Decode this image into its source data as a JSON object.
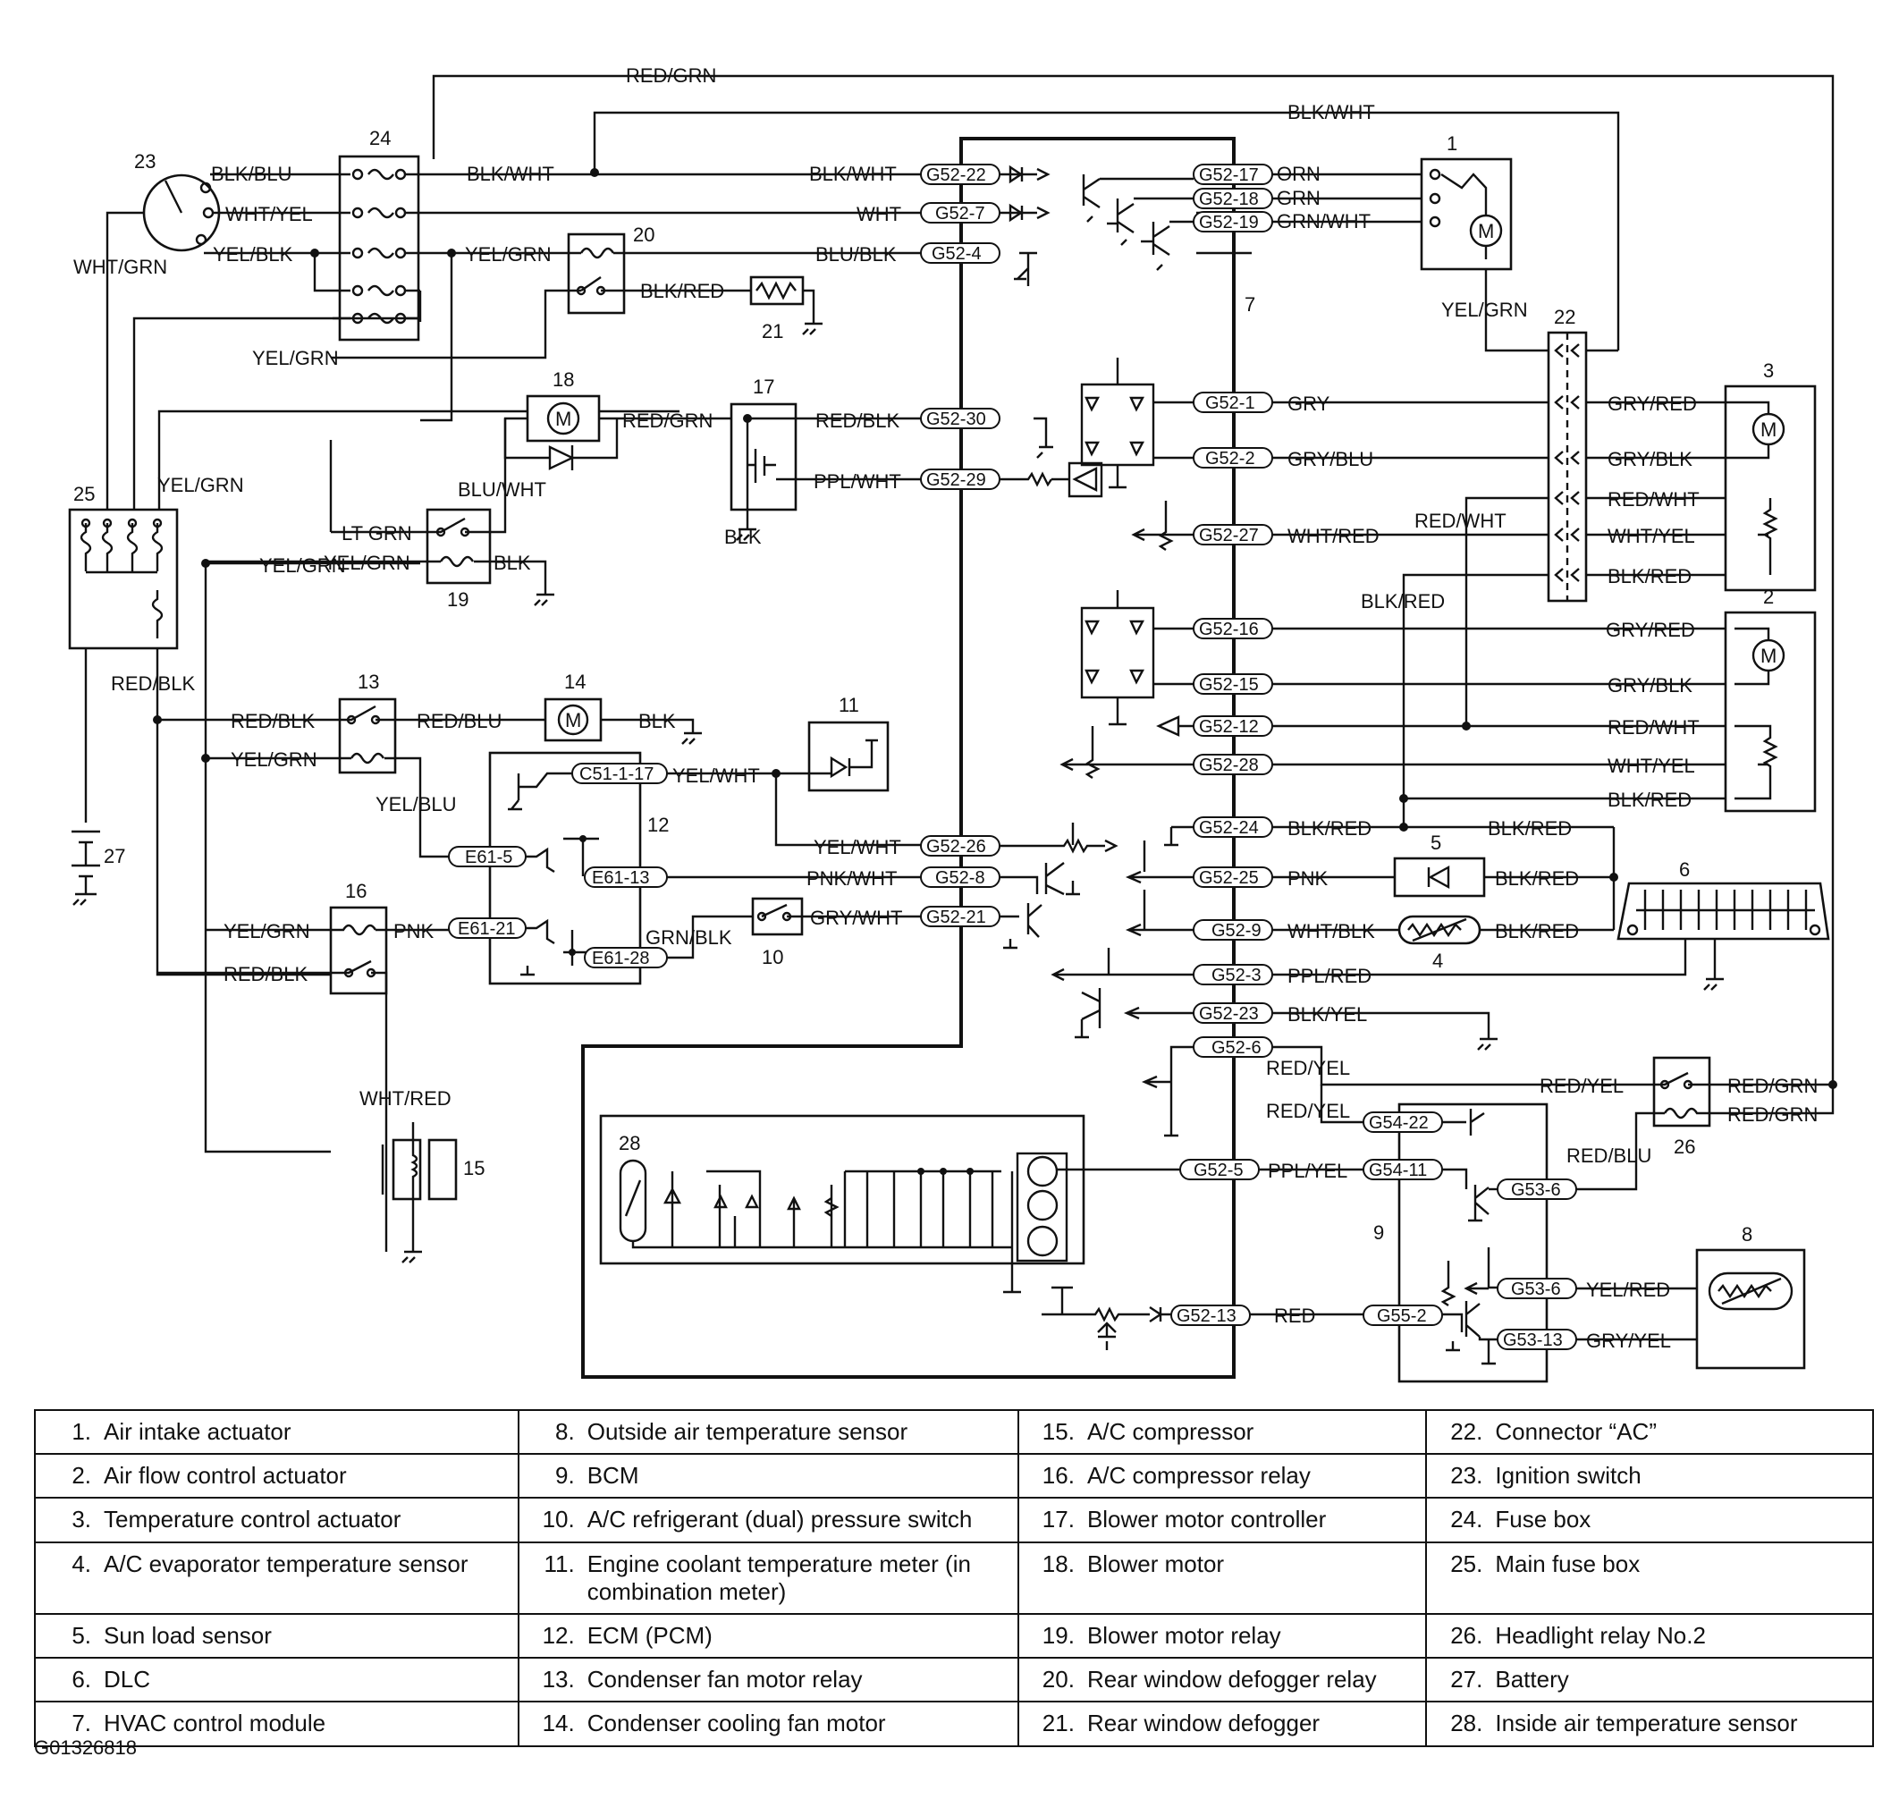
{
  "figure_code": "G01326818",
  "wire_labels": {
    "red_grn": "RED/GRN",
    "blk_wht": "BLK/WHT",
    "blk_blu": "BLK/BLU",
    "wht_yel": "WHT/YEL",
    "yel_blk": "YEL/BLK",
    "wht_grn": "WHT/GRN",
    "yel_grn": "YEL/GRN",
    "wht": "WHT",
    "blu_blk": "BLU/BLK",
    "blk_red": "BLK/RED",
    "orn": "ORN",
    "grn": "GRN",
    "grn_wht": "GRN/WHT",
    "gry": "GRY",
    "gry_blu": "GRY/BLU",
    "gry_red": "GRY/RED",
    "gry_blk": "GRY/BLK",
    "red_wht": "RED/WHT",
    "wht_red": "WHT/RED",
    "red_blk": "RED/BLK",
    "ppl_wht": "PPL/WHT",
    "blk": "BLK",
    "blu_wht": "BLU/WHT",
    "lt_grn": "LT GRN",
    "red_blu": "RED/BLU",
    "yel_blu": "YEL/BLU",
    "yel_wht": "YEL/WHT",
    "pnk_wht": "PNK/WHT",
    "gry_wht": "GRY/WHT",
    "grn_blk": "GRN/BLK",
    "pnk": "PNK",
    "wht_blk": "WHT/BLK",
    "ppl_red": "PPL/RED",
    "blk_yel": "BLK/YEL",
    "red_yel": "RED/YEL",
    "ppl_yel": "PPL/YEL",
    "red": "RED",
    "yel_red": "YEL/RED",
    "gry_yel": "GRY/YEL"
  },
  "connectors": {
    "g52_22": "G52-22",
    "g52_7": "G52-7",
    "g52_4": "G52-4",
    "g52_17": "G52-17",
    "g52_18": "G52-18",
    "g52_19": "G52-19",
    "g52_30": "G52-30",
    "g52_29": "G52-29",
    "g52_1": "G52-1",
    "g52_2": "G52-2",
    "g52_27": "G52-27",
    "g52_16": "G52-16",
    "g52_15": "G52-15",
    "g52_12": "G52-12",
    "g52_28": "G52-28",
    "g52_24": "G52-24",
    "g52_25": "G52-25",
    "g52_26": "G52-26",
    "g52_8": "G52-8",
    "g52_21": "G52-21",
    "g52_9": "G52-9",
    "g52_3": "G52-3",
    "g52_23": "G52-23",
    "g52_6": "G52-6",
    "g52_5": "G52-5",
    "g52_13": "G52-13",
    "c51_1_17": "C51-1-17",
    "e61_5": "E61-5",
    "e61_13": "E61-13",
    "e61_21": "E61-21",
    "e61_28": "E61-28",
    "g54_22": "G54-22",
    "g54_11": "G54-11",
    "g53_6": "G53-6",
    "g55_2": "G55-2",
    "g53_13": "G53-13"
  },
  "component_numbers": [
    "1",
    "2",
    "3",
    "4",
    "5",
    "6",
    "7",
    "8",
    "9",
    "10",
    "11",
    "12",
    "13",
    "14",
    "15",
    "16",
    "17",
    "18",
    "19",
    "20",
    "21",
    "22",
    "23",
    "24",
    "25",
    "26",
    "27",
    "28"
  ],
  "legend": [
    [
      {
        "n": "1.",
        "t": "Air intake actuator"
      },
      {
        "n": "8.",
        "t": "Outside air temperature sensor"
      },
      {
        "n": "15.",
        "t": "A/C compressor"
      },
      {
        "n": "22.",
        "t": "Connector “AC”"
      }
    ],
    [
      {
        "n": "2.",
        "t": "Air flow control actuator"
      },
      {
        "n": "9.",
        "t": "BCM"
      },
      {
        "n": "16.",
        "t": "A/C compressor relay"
      },
      {
        "n": "23.",
        "t": "Ignition switch"
      }
    ],
    [
      {
        "n": "3.",
        "t": "Temperature control actuator"
      },
      {
        "n": "10.",
        "t": "A/C refrigerant (dual) pressure switch"
      },
      {
        "n": "17.",
        "t": "Blower motor controller"
      },
      {
        "n": "24.",
        "t": "Fuse box"
      }
    ],
    [
      {
        "n": "4.",
        "t": "A/C evaporator temperature sensor"
      },
      {
        "n": "11.",
        "t": "Engine coolant temperature meter (in combination meter)"
      },
      {
        "n": "18.",
        "t": "Blower motor"
      },
      {
        "n": "25.",
        "t": "Main fuse box"
      }
    ],
    [
      {
        "n": "5.",
        "t": "Sun load sensor"
      },
      {
        "n": "12.",
        "t": "ECM (PCM)"
      },
      {
        "n": "19.",
        "t": "Blower motor relay"
      },
      {
        "n": "26.",
        "t": "Headlight relay No.2"
      }
    ],
    [
      {
        "n": "6.",
        "t": "DLC"
      },
      {
        "n": "13.",
        "t": "Condenser fan motor relay"
      },
      {
        "n": "20.",
        "t": "Rear window defogger relay"
      },
      {
        "n": "27.",
        "t": "Battery"
      }
    ],
    [
      {
        "n": "7.",
        "t": "HVAC control module"
      },
      {
        "n": "14.",
        "t": "Condenser cooling fan motor"
      },
      {
        "n": "21.",
        "t": "Rear window defogger"
      },
      {
        "n": "28.",
        "t": "Inside air temperature sensor"
      }
    ]
  ]
}
